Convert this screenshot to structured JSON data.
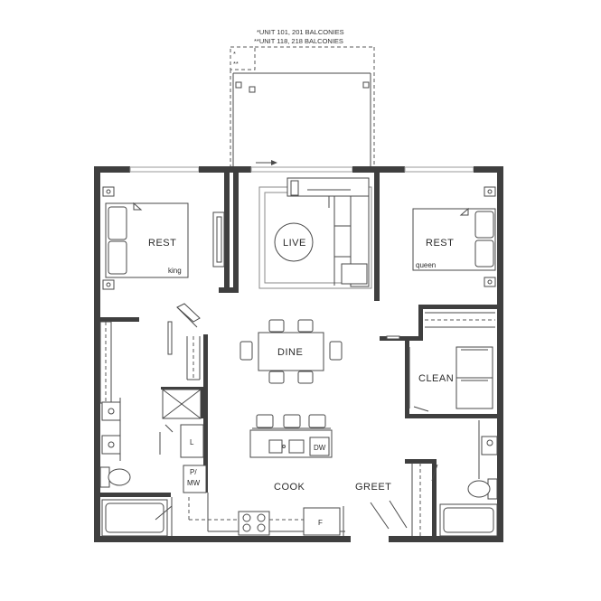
{
  "notes": {
    "line1": "*UNIT 101, 201 BALCONIES",
    "line2": "**UNIT 118, 218 BALCONIES",
    "mark1": "*",
    "mark2": "**"
  },
  "rooms": {
    "rest_left": "REST",
    "bed_left_size": "king",
    "live": "LIVE",
    "rest_right": "REST",
    "bed_right_size": "queen",
    "dine": "DINE",
    "clean": "CLEAN",
    "laundry": "L",
    "pmw_top": "P/",
    "pmw_bottom": "MW",
    "dishwasher": "DW",
    "cook": "COOK",
    "greet": "GREET",
    "fridge": "F"
  }
}
